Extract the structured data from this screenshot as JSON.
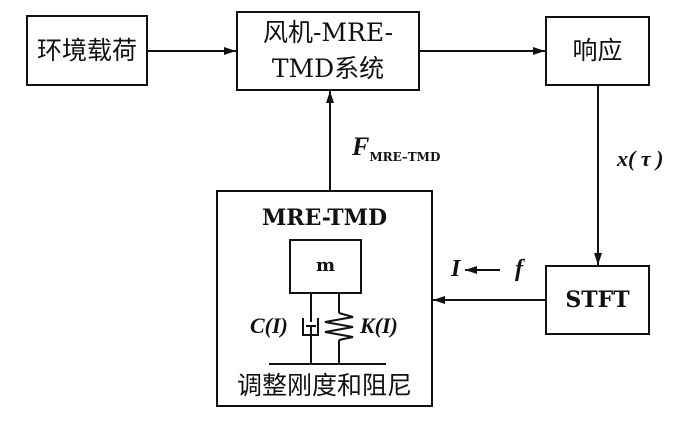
{
  "blocks": {
    "env_load": "环境载荷",
    "system_line1": "风机-MRE-",
    "system_line2": "TMD系统",
    "response": "响应",
    "stft": "STFT",
    "mre_tmd_title": "MRE-TMD",
    "mass": "m",
    "adjust": "调整刚度和阻尼"
  },
  "labels": {
    "force_main": "F",
    "force_sub": "MRE–TMD",
    "signal": "x( τ )",
    "current": "I",
    "frequency": "f",
    "damping": "C(I)",
    "stiffness": "K(I)"
  }
}
